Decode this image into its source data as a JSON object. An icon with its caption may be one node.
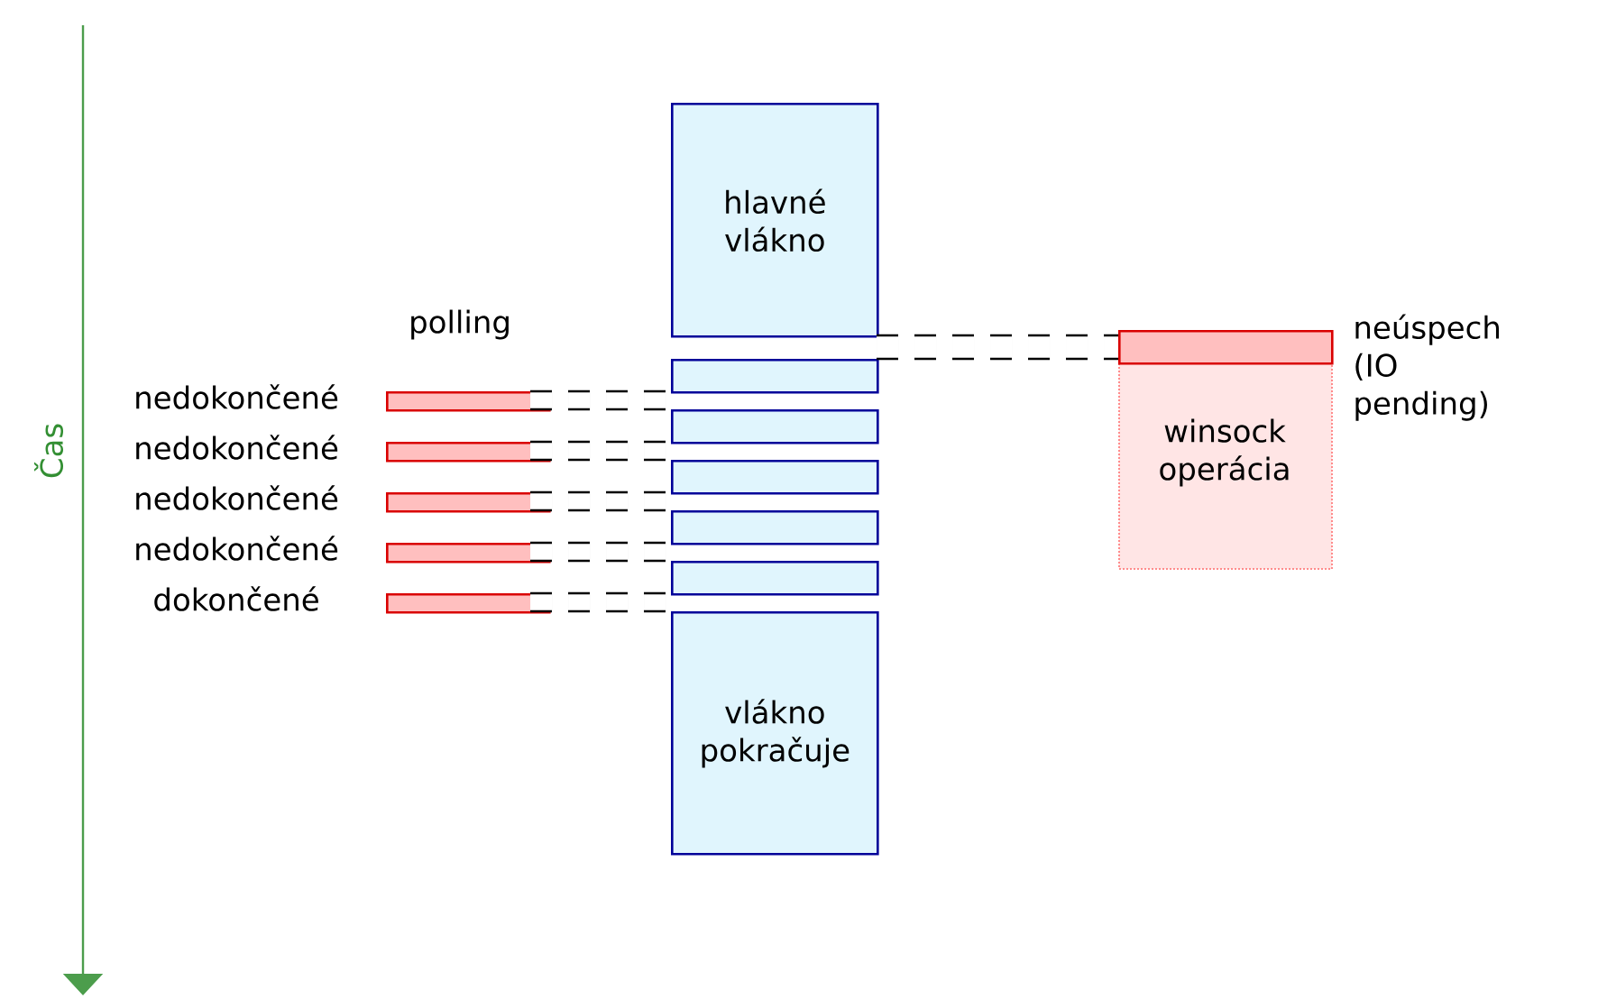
{
  "diagram": {
    "nodes": [
      {
        "text": [
          "hlavné vlákno"
        ]
      },
      {
        "text": [],
        "shape": "box"
      },
      {
        "text": [],
        "shape": "box"
      },
      {
        "text": [],
        "shape": "box"
      },
      {
        "text": [],
        "shape": "box"
      },
      {
        "text": [],
        "shape": "box"
      },
      {
        "text": [
          "vlákno pokračuje"
        ]
      },
      {
        "text": [],
        "shape": "bar",
        "beside": [
          "nedokončené"
        ]
      },
      {
        "text": [],
        "shape": "bar",
        "beside": [
          "nedokončené"
        ]
      },
      {
        "text": [],
        "shape": "bar",
        "beside": [
          "nedokončené"
        ]
      },
      {
        "text": [],
        "shape": "bar",
        "beside": [
          "nedokončené"
        ]
      },
      {
        "text": [],
        "shape": "bar",
        "beside": [
          "dokončené"
        ]
      },
      {
        "text": [
          "winsock operácia"
        ]
      },
      {
        "text": [],
        "shape": "bar",
        "beside": [
          "neúspech (IO pending)"
        ],
        "in": 12
      }
    ],
    "edges": [
      {
        "from": 0,
        "to": 13,
        "arrow": "none",
        "style": "dashed"
      },
      {
        "from": 7,
        "to": 1,
        "arrow": "none",
        "style": "dashed"
      },
      {
        "from": 8,
        "to": 2,
        "arrow": "none",
        "style": "dashed"
      },
      {
        "from": 9,
        "to": 3,
        "arrow": "none",
        "style": "dashed"
      },
      {
        "from": 10,
        "to": 4,
        "arrow": "none",
        "style": "dashed"
      },
      {
        "from": 11,
        "to": 5,
        "arrow": "none",
        "style": "dashed"
      }
    ],
    "labels": [
      "polling",
      "Čas"
    ]
  }
}
